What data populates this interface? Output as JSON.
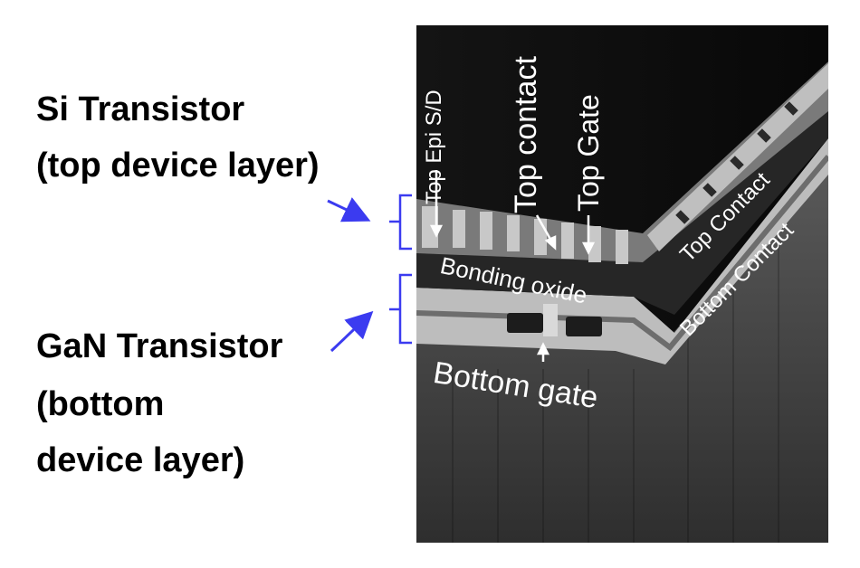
{
  "left_labels": {
    "si_title": "Si Transistor",
    "si_sub": "(top device layer)",
    "gan_title": "GaN Transistor",
    "gan_sub_1": "(bottom",
    "gan_sub_2": "device layer)"
  },
  "image_labels": {
    "top_epi": "Top Epi S/D",
    "top_contact": "Top contact",
    "top_gate": "Top Gate",
    "top_contact_right": "Top Contact",
    "bottom_contact": "Bottom Contact",
    "bonding_oxide": "Bonding oxide",
    "bottom_gate": "Bottom gate"
  },
  "colors": {
    "annotation_blue": "#3b3bf0",
    "label_white": "#ffffff"
  }
}
